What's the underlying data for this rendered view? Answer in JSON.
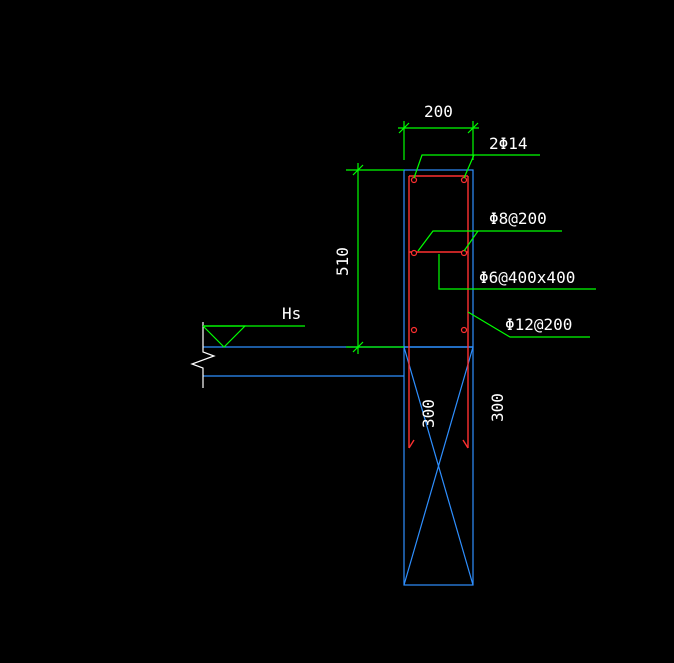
{
  "colors": {
    "background": "#000000",
    "dimension": "#00ff00",
    "rebar": "#ff3030",
    "structure": "#2e8fff",
    "text": "#ffffff"
  },
  "labels": {
    "top_width": "200",
    "height_dim": "510",
    "level_mark": "Hs",
    "top_bars": "2Φ14",
    "stirrup": "Φ8@200",
    "tie_bars": "Φ6@400x400",
    "vertical_bars": "Φ12@200",
    "inner_dim": "300",
    "outer_dim": "300"
  }
}
